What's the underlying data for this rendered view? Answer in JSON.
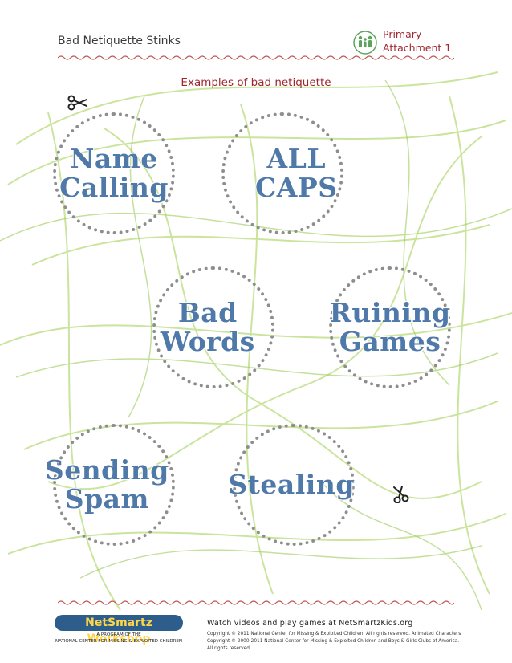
{
  "header": {
    "title": "Bad Netiquette Stinks",
    "level": "Primary",
    "attachment": "Attachment 1",
    "icon": "family-icon"
  },
  "subtitle": "Examples of bad netiquette",
  "circles": [
    {
      "line1": "Name",
      "line2": "Calling"
    },
    {
      "line1": "ALL",
      "line2": "CAPS"
    },
    {
      "line1": "Bad",
      "line2": "Words"
    },
    {
      "line1": "Ruining",
      "line2": "Games"
    },
    {
      "line1": "Sending",
      "line2": "Spam"
    },
    {
      "line1": "Stealing",
      "line2": ""
    }
  ],
  "footer": {
    "logo_title": "NetSmartz Workshop",
    "logo_program": "A PROGRAM OF THE",
    "logo_org": "NATIONAL CENTER FOR MISSING & EXPLOITED CHILDREN",
    "watch_text": "Watch videos and play games at NetSmartzKids.org",
    "copyright": "Copyright © 2011 National Center for Missing & Exploited Children. All rights reserved. Animated Characters Copyright © 2000-2011 National Center for Missing & Exploited Children and Boys & Girls Clubs of America. All rights reserved."
  },
  "colors": {
    "title_red": "#a0262e",
    "label_blue": "#4f79a9",
    "dotted_gray": "#8e8e8e",
    "scribble_green": "#9ccc5a"
  }
}
